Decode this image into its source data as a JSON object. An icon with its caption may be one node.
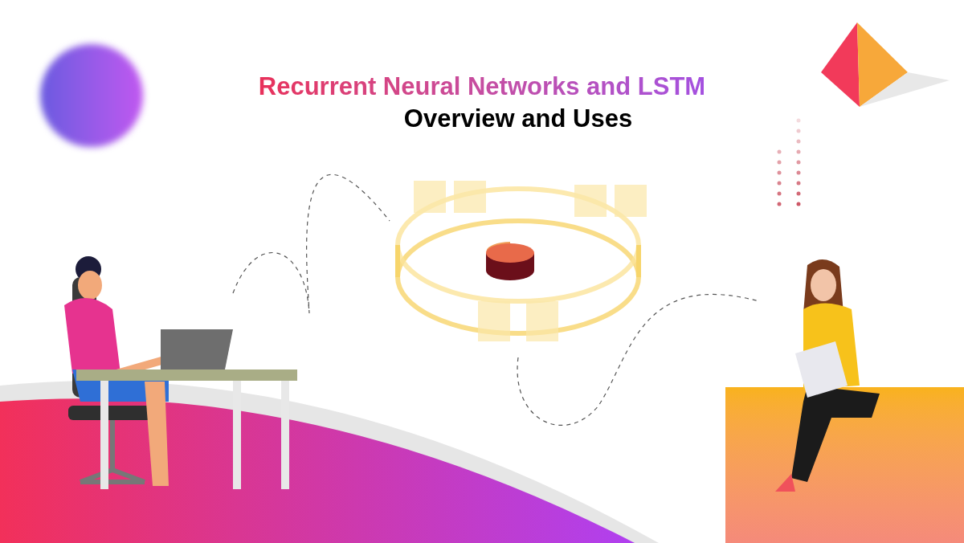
{
  "diagram": {
    "title": "Recurrent Neural Networks and LSTM",
    "nodes": [
      {
        "text": [],
        "shape": "picture"
      },
      {
        "text": [],
        "shape": "picture"
      },
      {
        "text": [],
        "shape": "picture"
      },
      {
        "text": [],
        "shape": "circle"
      },
      {
        "text": [],
        "shape": "box"
      }
    ],
    "edges": [
      {
        "from": 0,
        "to": 1,
        "arrow": "none",
        "style": "dashed"
      },
      {
        "from": 1,
        "to": 2,
        "arrow": "none",
        "style": "dashed"
      }
    ],
    "labels": [
      "Overview and Uses"
    ]
  }
}
